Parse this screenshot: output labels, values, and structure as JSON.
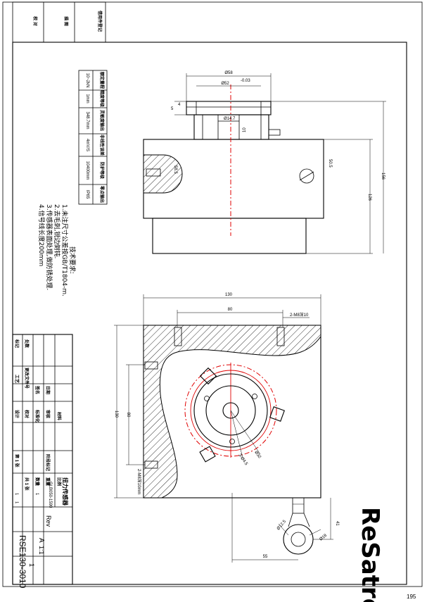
{
  "page_number": "195",
  "logo_text": "ReSatron",
  "model": "RSE130-3010",
  "revision_label": "Rev",
  "revision": "A",
  "scale_label": "比例",
  "scale": "1:1",
  "weight_label": "重量",
  "quantity_label": "数量",
  "quantity": "1",
  "product_name": "扭力传感器",
  "drawing_no": "GLB050-1590",
  "page_of": "1",
  "page_total": "1",
  "top_strip": [
    "借用件登记",
    "描 图",
    "校 对"
  ],
  "specs_table": {
    "headers": [
      "额定量程",
      "精度等级",
      "灵敏度输出",
      "非线性误差",
      "防护等级",
      "零点输出"
    ],
    "values": [
      "10~2kN",
      "1mm",
      "348.7mm",
      "4mV/S",
      "10400mm",
      "IP65"
    ]
  },
  "notes": [
    "技术要求:",
    "1.未注尺寸公差按GB/T1804-m.",
    "2.去毛刺,锐边倒钝.",
    "3.传感器表面处理,做防锈处理.",
    "4.信号线长度200mm"
  ],
  "dimensions": {
    "top_dia_58": "Ø58",
    "top_dia_52": "Ø52",
    "top_dia_tol": "-0.03",
    "top_height_4": "4",
    "top_height_5": "5",
    "hole_dia": "Ø14.7",
    "hole_depth": "10",
    "side_depth_left": "58.5",
    "side_depth_right": "50.5",
    "total_height": "156",
    "body_height": "126",
    "width_130": "130",
    "width_80": "80",
    "height_130": "130",
    "height_80": "80",
    "thread_top": "2-M8深10",
    "thread_left": "2-M8深10mm",
    "hole_pattern": "3-Ø4.5",
    "pcd": "Ø32",
    "cable_dia": "Ø12.5",
    "eye_dia": "Ø18",
    "cable_offset": "41",
    "cable_length": "55"
  },
  "title_block": {
    "process_stamp": "工艺",
    "standard": "标准化",
    "approve": "审核",
    "design": "设计",
    "check": "校对",
    "sign": "签名",
    "date": "日期",
    "mark": "标记",
    "zones": "处数",
    "doc_no": "更改文件号",
    "stage": "阶段标记",
    "sheet": "第 1 张",
    "sheets": "共 1 张",
    "material": "材料"
  }
}
